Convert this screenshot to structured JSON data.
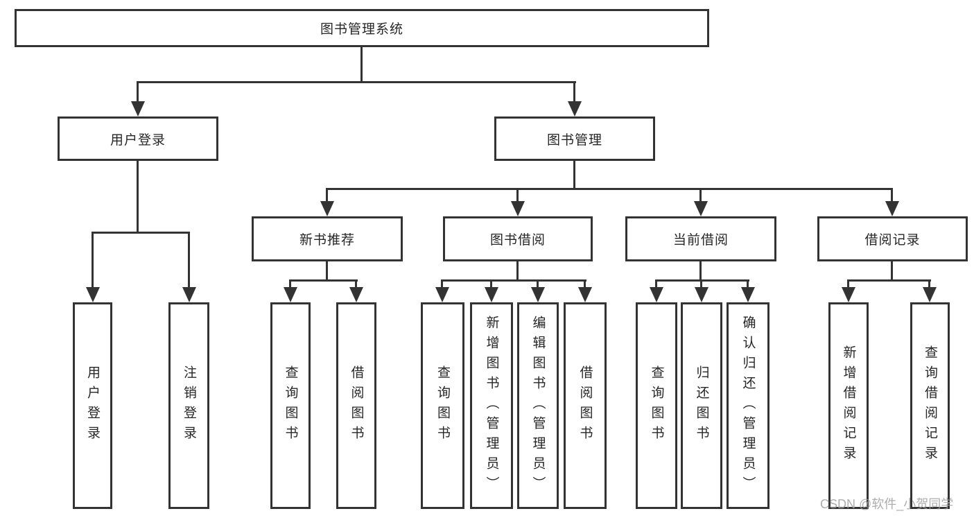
{
  "page": {
    "background": "#ffffff"
  },
  "diagram": {
    "type": "tree",
    "root": {
      "label": "图书管理系统"
    },
    "level2": [
      {
        "label": "用户登录"
      },
      {
        "label": "图书管理"
      }
    ],
    "level3": [
      {
        "label": "新书推荐"
      },
      {
        "label": "图书借阅"
      },
      {
        "label": "当前借阅"
      },
      {
        "label": "借阅记录"
      }
    ],
    "leaves": [
      {
        "label": "用户登录"
      },
      {
        "label": "注销登录"
      },
      {
        "label": "查询图书"
      },
      {
        "label": "借阅图书"
      },
      {
        "label": "查询图书"
      },
      {
        "label": "新增图书（管理员）"
      },
      {
        "label": "编辑图书（管理员）"
      },
      {
        "label": "借阅图书"
      },
      {
        "label": "查询图书"
      },
      {
        "label": "归还图书"
      },
      {
        "label": "确认归还（管理员）"
      },
      {
        "label": "新增借阅记录"
      },
      {
        "label": "查询借阅记录"
      }
    ],
    "hierarchy": {
      "图书管理系统": [
        "用户登录",
        "图书管理"
      ],
      "用户登录": [
        "用户登录",
        "注销登录"
      ],
      "图书管理": [
        "新书推荐",
        "图书借阅",
        "当前借阅",
        "借阅记录"
      ],
      "新书推荐": [
        "查询图书",
        "借阅图书"
      ],
      "图书借阅": [
        "查询图书",
        "新增图书（管理员）",
        "编辑图书（管理员）",
        "借阅图书"
      ],
      "当前借阅": [
        "查询图书",
        "归还图书",
        "确认归还（管理员）"
      ],
      "借阅记录": [
        "新增借阅记录",
        "查询借阅记录"
      ]
    },
    "colors": {
      "line": "#333333",
      "box_fill": "#ffffff",
      "text": "#262626"
    }
  },
  "watermark": {
    "text": "CSDN @软件_小贺同学",
    "color": "#a0a0a0"
  }
}
